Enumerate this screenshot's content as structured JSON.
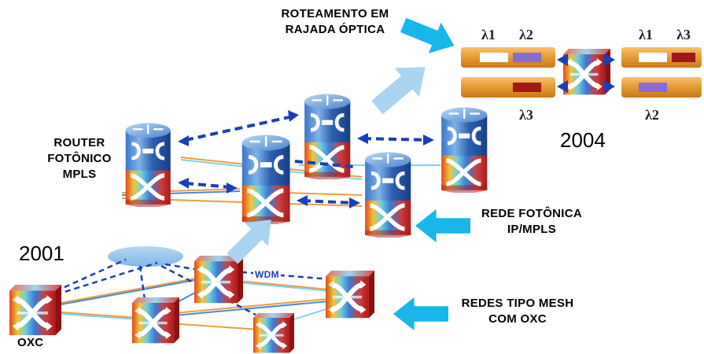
{
  "title_burst": "ROTEAMENTO EM\nRAJADA ÓPTICA",
  "label_router": "ROUTER\nFOTÔNICO\nMPLS",
  "label_rede_fotonica": "REDE FOTÔNICA\nIP/MPLS",
  "label_redes_mesh": "REDES TIPO MESH\nCOM OXC",
  "label_oxc": "OXC",
  "label_wdm": "WDM",
  "year_2001": "2001",
  "year_2004": "2004",
  "lambdas": {
    "left_top_1": "λ1",
    "left_top_2": "λ2",
    "left_bottom": "λ3",
    "right_top_1": "λ1",
    "right_top_2": "λ3",
    "right_bottom": "λ2"
  },
  "colors": {
    "arrow_cyan": "#19b6ec",
    "arrow_pale": "#a9d4f2",
    "router_blue": "#2f6cbf",
    "link_blue": "#1a3fb8",
    "fiber_orange": "#e8a040",
    "oxc_red": "#cc2020"
  }
}
